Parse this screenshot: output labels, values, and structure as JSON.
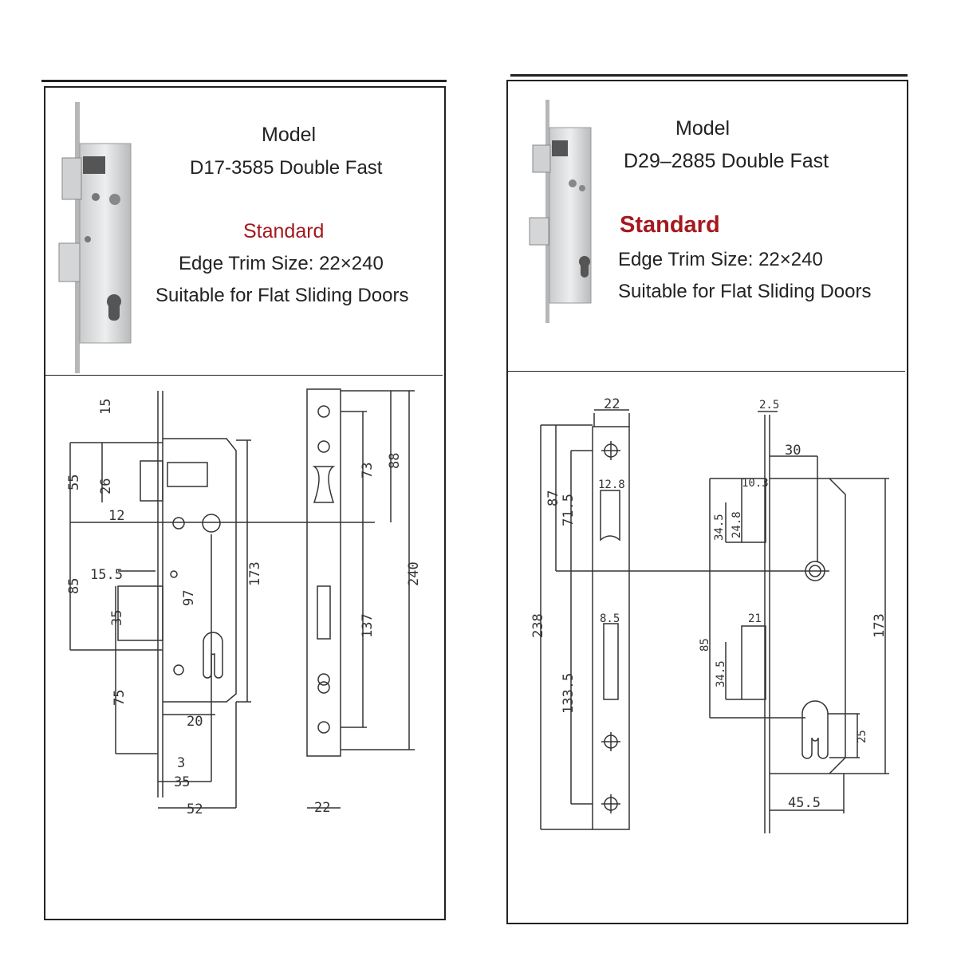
{
  "left": {
    "model_label": "Model",
    "model_name": "D17-3585 Double Fast",
    "standard": "Standard",
    "edge_trim": "Edge Trim Size: 22×240",
    "suitable": "Suitable for Flat Sliding Doors",
    "dims": {
      "d15": "15",
      "d55": "55",
      "d26": "26",
      "d12": "12",
      "d85": "85",
      "d15_5": "15.5",
      "d35v": "35",
      "d97": "97",
      "d75": "75",
      "d20": "20",
      "d3": "3",
      "d35h": "35",
      "d52": "52",
      "d173": "173",
      "d73": "73",
      "d88": "88",
      "d137": "137",
      "d240": "240",
      "d22": "22"
    }
  },
  "right": {
    "model_label": "Model",
    "model_name": "D29–2885 Double Fast",
    "standard": "Standard",
    "edge_trim": "Edge Trim Size: 22×240",
    "suitable": "Suitable for Flat Sliding Doors",
    "dims": {
      "d22": "22",
      "d238": "238",
      "d87": "87",
      "d71_5": "71.5",
      "d12_8": "12.8",
      "d8_5": "8.5",
      "d133_5": "133.5",
      "d2_5": "2.5",
      "d30": "30",
      "d10_3": "10.3",
      "d34_5a": "34.5",
      "d24_8": "24.8",
      "d85": "85",
      "d21": "21",
      "d34_5b": "34.5",
      "d173": "173",
      "d25": "25",
      "d45_5": "45.5"
    }
  },
  "colors": {
    "accent_red": "#a5181e",
    "line": "#222222"
  }
}
